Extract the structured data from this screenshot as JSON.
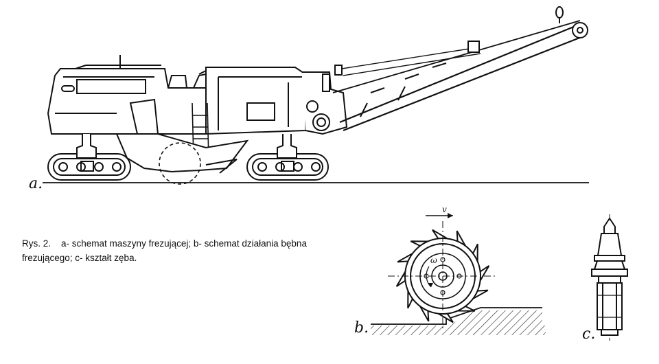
{
  "caption": {
    "prefix": "Rys. 2.",
    "line1": "a- schemat maszyny frezującej; b- schemat działania bębna",
    "line2": "frezującego; c- kształt zęba."
  },
  "labels": {
    "a": "a.",
    "b": "b.",
    "c": "c.",
    "v": "v",
    "omega": "ω"
  }
}
